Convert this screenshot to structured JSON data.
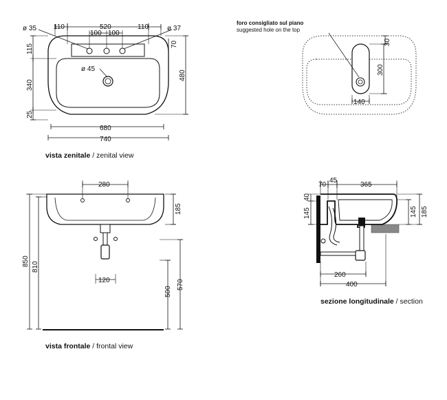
{
  "zenital": {
    "caption_bold": "vista zenitale",
    "caption_sep": " / ",
    "caption_en": "zenital view",
    "dims": {
      "d35": "ø 35",
      "d37": "ø 37",
      "d45": "ø 45",
      "w110a": "110",
      "w520": "520",
      "w110b": "110",
      "w100a": "100",
      "w100b": "100",
      "h70": "70",
      "h115": "115",
      "h340": "340",
      "h25": "25",
      "h480": "480",
      "w680": "680",
      "w740": "740"
    }
  },
  "hole": {
    "note_it": "foro consigliato sul piano",
    "note_en": "suggested hole on the top",
    "dims": {
      "h30": "30",
      "h300": "300",
      "w140": "140"
    }
  },
  "frontale": {
    "caption_bold": "vista frontale",
    "caption_sep": " / ",
    "caption_en": "frontal view",
    "dims": {
      "w280": "280",
      "h185": "185",
      "h850": "850",
      "h810": "810",
      "w120": "120",
      "h500": "500",
      "h570": "570"
    }
  },
  "section": {
    "caption_bold": "sezione longitudinale",
    "caption_sep": " / ",
    "caption_en": "section",
    "dims": {
      "w70": "70",
      "w45": "45",
      "w365": "365",
      "h40": "40",
      "h145a": "145",
      "h145b": "145",
      "h185": "185",
      "w260": "260",
      "w400": "400"
    }
  }
}
